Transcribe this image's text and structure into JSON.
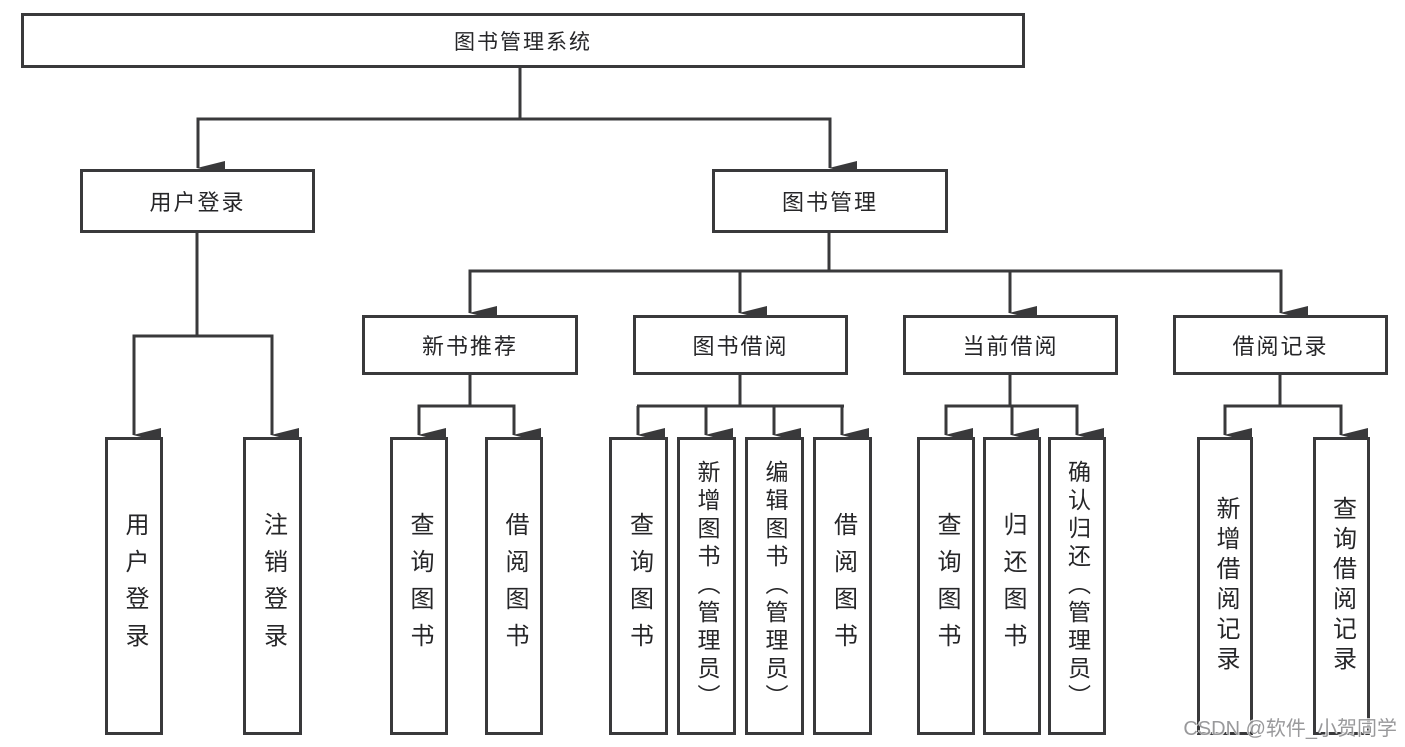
{
  "page": {
    "background": "#ffffff",
    "watermark": "CSDN @软件_小贺同学"
  },
  "diagram": {
    "type": "hierarchy-tree",
    "line_color": "#39393b",
    "text_color": "#262628",
    "nodes": {
      "root": "图书管理系统",
      "user_login": "用户登录",
      "book_mgmt": "图书管理",
      "new_book_rec": "新书推荐",
      "book_borrow": "图书借阅",
      "current_borrow": "当前借阅",
      "borrow_records": "借阅记录",
      "leaf_user_login": "用户登录",
      "leaf_logout": "注销登录",
      "rec_query_book": "查询图书",
      "rec_borrow_book": "借阅图书",
      "bb_query_book": "查询图书",
      "bb_add_book": "新增图书（管理员）",
      "bb_edit_book": "编辑图书（管理员）",
      "bb_borrow_book": "借阅图书",
      "cb_query_book": "查询图书",
      "cb_return_book": "归还图书",
      "cb_confirm_return": "确认归还（管理员）",
      "br_add_record": "新增借阅记录",
      "br_query_record": "查询借阅记录"
    },
    "hierarchy": {
      "图书管理系统": {
        "用户登录": [
          "用户登录",
          "注销登录"
        ],
        "图书管理": {
          "新书推荐": [
            "查询图书",
            "借阅图书"
          ],
          "图书借阅": [
            "查询图书",
            "新增图书（管理员）",
            "编辑图书（管理员）",
            "借阅图书"
          ],
          "当前借阅": [
            "查询图书",
            "归还图书",
            "确认归还（管理员）"
          ],
          "借阅记录": [
            "新增借阅记录",
            "查询借阅记录"
          ]
        }
      }
    }
  }
}
